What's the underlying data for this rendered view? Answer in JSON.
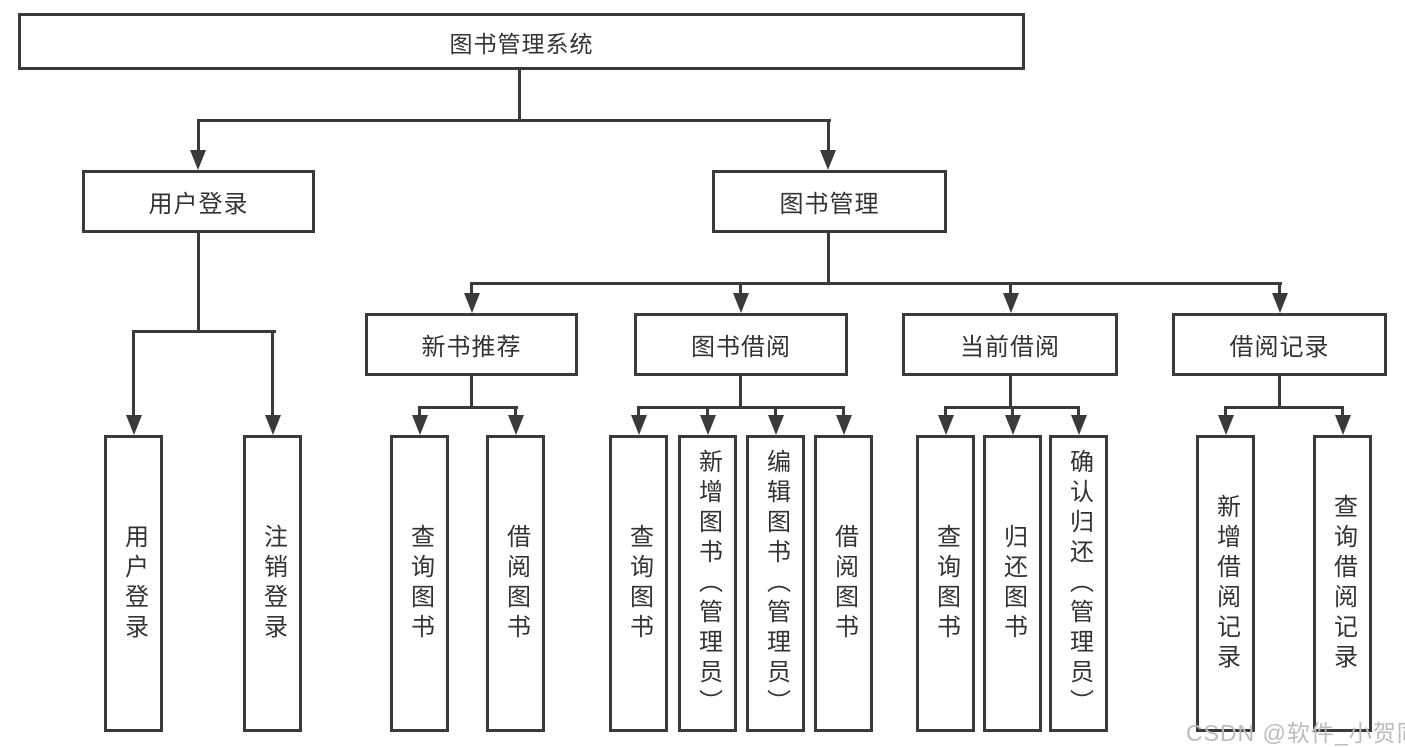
{
  "tree": {
    "root": {
      "label": "图书管理系统",
      "children": [
        {
          "label": "用户登录",
          "children": [
            {
              "label": "用户登录"
            },
            {
              "label": "注销登录"
            }
          ]
        },
        {
          "label": "图书管理",
          "children": [
            {
              "label": "新书推荐",
              "children": [
                {
                  "label": "查询图书"
                },
                {
                  "label": "借阅图书"
                }
              ]
            },
            {
              "label": "图书借阅",
              "children": [
                {
                  "label": "查询图书"
                },
                {
                  "label": "新增图书（管理员）"
                },
                {
                  "label": "编辑图书（管理员）"
                },
                {
                  "label": "借阅图书"
                }
              ]
            },
            {
              "label": "当前借阅",
              "children": [
                {
                  "label": "查询图书"
                },
                {
                  "label": "归还图书"
                },
                {
                  "label": "确认归还（管理员）"
                }
              ]
            },
            {
              "label": "借阅记录",
              "children": [
                {
                  "label": "新增借阅记录"
                },
                {
                  "label": "查询借阅记录"
                }
              ]
            }
          ]
        }
      ]
    }
  },
  "watermark": {
    "text": "CSDN @软件_小贺同学"
  },
  "colors": {
    "line": "#3a3a3a",
    "text": "#333333",
    "watermark_text": "#bcbcbc",
    "background": "#ffffff"
  }
}
